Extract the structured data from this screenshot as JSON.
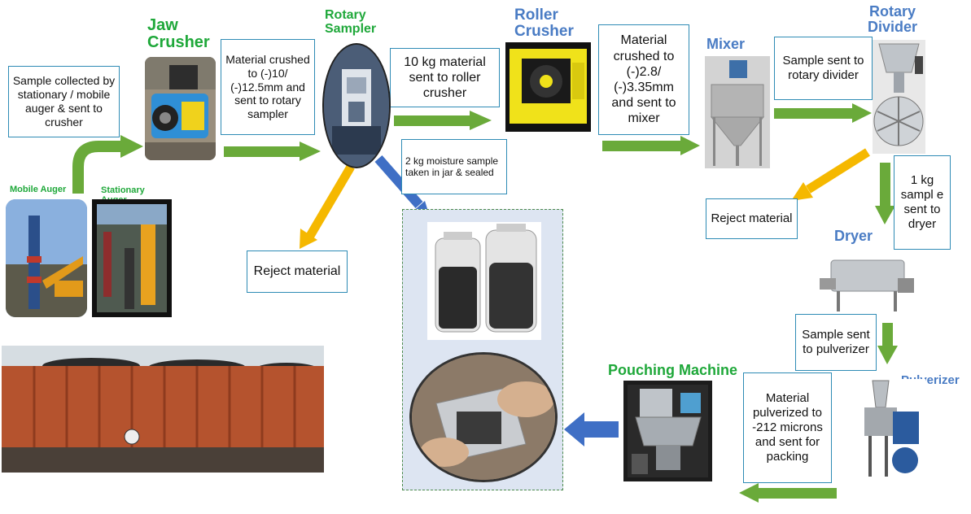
{
  "titles": {
    "jaw_crusher": "Jaw\nCrusher",
    "rotary_sampler": "Rotary\nSampler",
    "roller_crusher": "Roller\nCrusher",
    "mixer": "Mixer",
    "rotary_divider": "Rotary\nDivider",
    "dryer": "Dryer",
    "pulverizer": "Pulverizer",
    "pouching_machine": "Pouching Machine",
    "mobile_auger": "Mobile Auger",
    "stationary_auger": "Stationary\nAuger"
  },
  "boxes": {
    "sample_collected": "Sample collected by stationary / mobile auger & sent to crusher",
    "jaw_output": "Material crushed to (-)10/ (-)12.5mm and sent to rotary sampler",
    "to_roller": "10 kg material sent to roller crusher",
    "moisture": "2 kg moisture sample taken in jar & sealed",
    "reject_1": "Reject material",
    "roller_output": "Material crushed to (-)2.8/ (-)3.35mm and sent to mixer",
    "to_divider": "Sample sent to rotary divider",
    "reject_2": "Reject material",
    "to_dryer": "1 kg sampl e sent to dryer",
    "to_pulverizer": "Sample sent to pulverizer",
    "pulverized": "Material pulverized to -212 microns and sent for packing"
  },
  "colors": {
    "green_arrow": "#6aaa3a",
    "yellow_arrow": "#f5b800",
    "blue_arrow": "#3f6fc5",
    "box_border": "#2e8bb5",
    "panel_bg": "#dde5f2"
  },
  "icons": [
    "jaw-crusher-photo",
    "rotary-sampler-photo",
    "roller-crusher-photo",
    "mixer-photo",
    "rotary-divider-photo",
    "dryer-photo",
    "pulverizer-photo",
    "pouching-machine-photo",
    "mobile-auger-photo",
    "stationary-auger-photo",
    "wagon-photo",
    "sample-jars-photo",
    "sample-pouch-photo"
  ]
}
